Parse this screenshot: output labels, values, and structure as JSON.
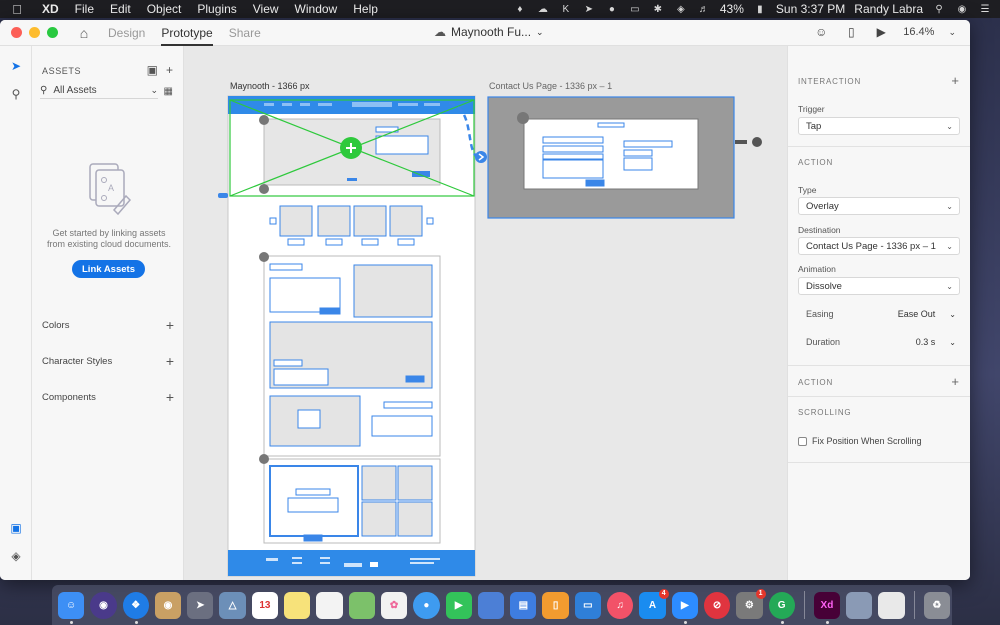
{
  "menubar": {
    "app_name": "XD",
    "items": [
      "File",
      "Edit",
      "Object",
      "Plugins",
      "View",
      "Window",
      "Help"
    ],
    "battery": "43%",
    "clock": "Sun 3:37 PM",
    "user": "Randy Labra"
  },
  "window": {
    "tabs": [
      "Design",
      "Prototype",
      "Share"
    ],
    "active_tab": "Prototype",
    "doc_title": "Maynooth Fu...",
    "zoom": "16.4%"
  },
  "assets": {
    "header": "ASSETS",
    "search_label": "All Assets",
    "empty_message": "Get started by linking assets from existing cloud documents.",
    "link_button": "Link Assets",
    "sections": [
      "Colors",
      "Character Styles",
      "Components"
    ]
  },
  "canvas": {
    "artboard_main": "Maynooth - 1366 px",
    "artboard_contact": "Contact Us Page - 1336 px – 1"
  },
  "inspector": {
    "interaction_title": "INTERACTION",
    "trigger_label": "Trigger",
    "trigger_value": "Tap",
    "action_title": "ACTION",
    "type_label": "Type",
    "type_value": "Overlay",
    "destination_label": "Destination",
    "destination_value": "Contact Us Page - 1336 px – 1",
    "animation_label": "Animation",
    "animation_value": "Dissolve",
    "easing_label": "Easing",
    "easing_value": "Ease Out",
    "duration_label": "Duration",
    "duration_value": "0.3 s",
    "action2_title": "ACTION",
    "scrolling_title": "SCROLLING",
    "fix_position_label": "Fix Position When Scrolling"
  },
  "dock": {
    "calendar_date": "13",
    "appstore_badge": "4",
    "sysprefs_badge": "1",
    "xd_label": "Xd"
  },
  "colors": {
    "accent": "#1473e6",
    "selection_green": "#2ec93c",
    "wire_blue": "#3a86e8"
  }
}
